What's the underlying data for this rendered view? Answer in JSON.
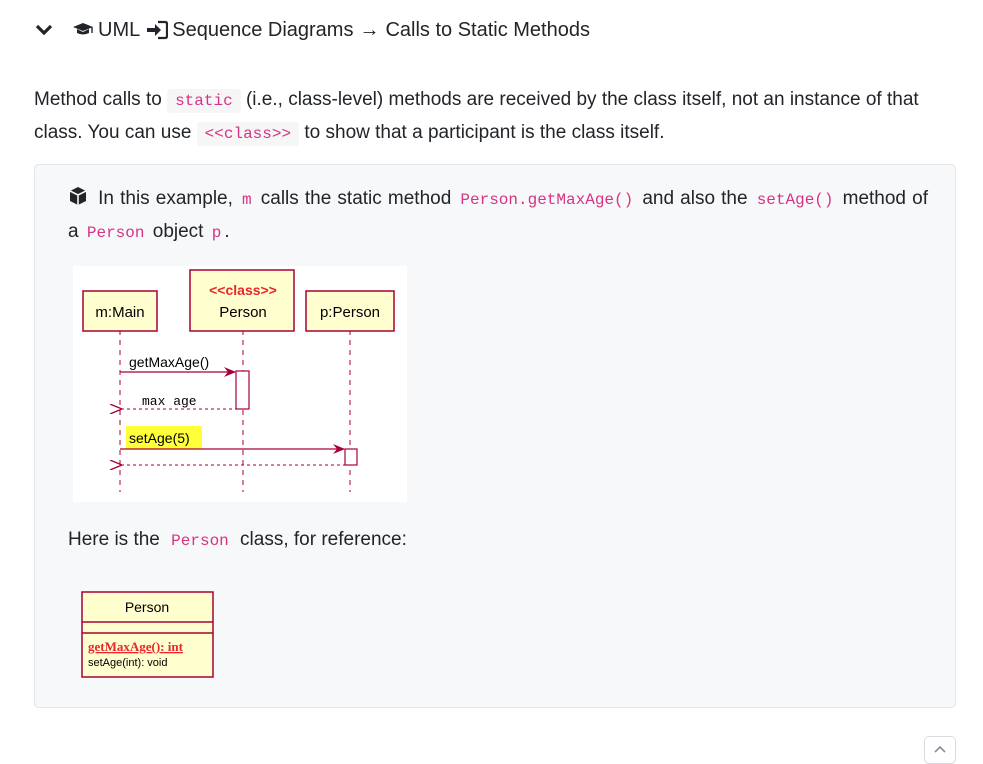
{
  "header": {
    "crumb_uml": "UML",
    "crumb_section": "Sequence Diagrams",
    "separator": "→",
    "crumb_topic": "Calls to Static Methods",
    "icons": [
      "chevron-down-icon",
      "graduation-cap-icon",
      "sign-in-icon"
    ]
  },
  "intro": {
    "t1": "Method calls to",
    "c1": "static",
    "t2": "(i.e., class-level) methods are received by the class itself, not an instance of that class. You can use",
    "c2": "<<class>>",
    "t3": "to show that a participant is the class itself."
  },
  "example": {
    "icon": "box-icon",
    "t1": "In this example,",
    "c1": "m",
    "t2": "calls the static method",
    "c2": "Person.getMaxAge()",
    "t3": "and also the",
    "c3": "setAge()",
    "t4": "method of a",
    "c4": "Person",
    "t5": "object",
    "c5": "p",
    "t6": "."
  },
  "diagram": {
    "participant_main": "m:Main",
    "stereotype": "<<class>>",
    "participant_class": "Person",
    "participant_object": "p:Person",
    "msg1": "getMaxAge()",
    "ret1": "max age",
    "msg2": "setAge(5)"
  },
  "reference": {
    "t1": "Here is the",
    "c1": "Person",
    "t2": "class, for reference:"
  },
  "class_box": {
    "name": "Person",
    "op1": "getMaxAge(): int",
    "op2": "setAge(int): void"
  },
  "colors": {
    "uml_fill": "#fefece",
    "uml_border": "#a80036",
    "stereotype": "#e8262c",
    "highlight": "#ffff3a",
    "code": "#d63384"
  }
}
